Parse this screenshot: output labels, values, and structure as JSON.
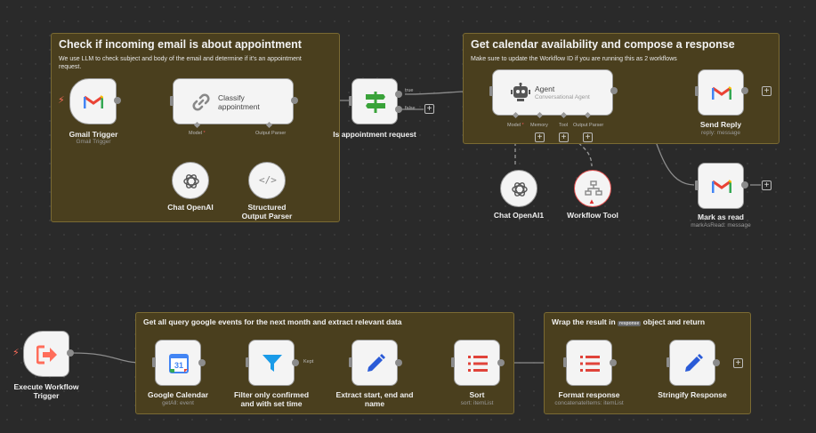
{
  "stickies": {
    "s1": {
      "title": "Check if incoming email is about appointment",
      "sub": "We use LLM to check subject and body of the email and determine if it's an appointment request."
    },
    "s2": {
      "title": "Get calendar availability and compose a response",
      "sub": "Make sure to update the Workflow ID if you are running this as 2 workflows"
    },
    "s3": {
      "title": "Get all query google events for the next month and extract relevant data"
    },
    "s4": {
      "title_pre": "Wrap the result in",
      "code": "response",
      "title_post": "object and return"
    }
  },
  "nodes": {
    "gmail_trigger": {
      "label": "Gmail Trigger",
      "sub": "Gmail Trigger"
    },
    "classify": {
      "label": "Classify appointment"
    },
    "is_appointment": {
      "label": "Is appointment request",
      "true_label": "true",
      "false_label": "false"
    },
    "chat_openai": {
      "label": "Chat OpenAI"
    },
    "structured_parser": {
      "label": "Structured Output Parser"
    },
    "agent": {
      "label": "Agent",
      "sub": "Conversational Agent"
    },
    "chat_openai1": {
      "label": "Chat OpenAI1"
    },
    "workflow_tool": {
      "label": "Workflow Tool"
    },
    "send_reply": {
      "label": "Send Reply",
      "sub": "reply: message"
    },
    "mark_as_read": {
      "label": "Mark as read",
      "sub": "markAsRead: message"
    },
    "execute_trigger": {
      "label": "Execute Workflow Trigger"
    },
    "google_calendar": {
      "label": "Google Calendar",
      "sub": "getAll: event"
    },
    "filter": {
      "label": "Filter only confirmed and with set time",
      "kept": "Kept"
    },
    "extract": {
      "label": "Extract start, end and name"
    },
    "sort": {
      "label": "Sort",
      "sub": "sort: itemList"
    },
    "format": {
      "label": "Format response",
      "sub": "concatenateItems: itemList"
    },
    "stringify": {
      "label": "Stringify Response"
    }
  },
  "ports": {
    "model": "Model",
    "output_parser": "Output Parser",
    "memory": "Memory",
    "tool": "Tool",
    "required": "*"
  },
  "colors": {
    "canvas": "#2a2a2a",
    "sticky": "#4a3f1e",
    "trigger": "#ff6d5a",
    "gmail_red": "#ea4335",
    "filter_blue": "#1a9be8",
    "edit_blue": "#2a5bd7",
    "sort_red": "#e0433a",
    "switch_green": "#3aa33a"
  },
  "icons": [
    "gmail-icon",
    "link-icon",
    "switch-icon",
    "openai-icon",
    "code-icon",
    "robot-icon",
    "sitemap-icon",
    "signout-icon",
    "google-calendar-icon",
    "filter-icon",
    "pen-icon",
    "list-icon",
    "lightning-icon",
    "plus-icon"
  ]
}
